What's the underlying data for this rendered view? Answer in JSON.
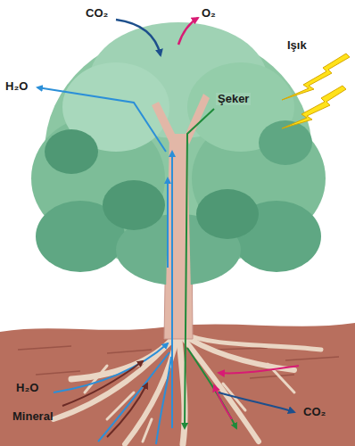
{
  "diagram": {
    "labels": [
      "CO₂",
      "O₂",
      "Işık",
      "H₂O",
      "Şeker",
      "H₂O",
      "Mineral",
      "CO₂"
    ]
  }
}
